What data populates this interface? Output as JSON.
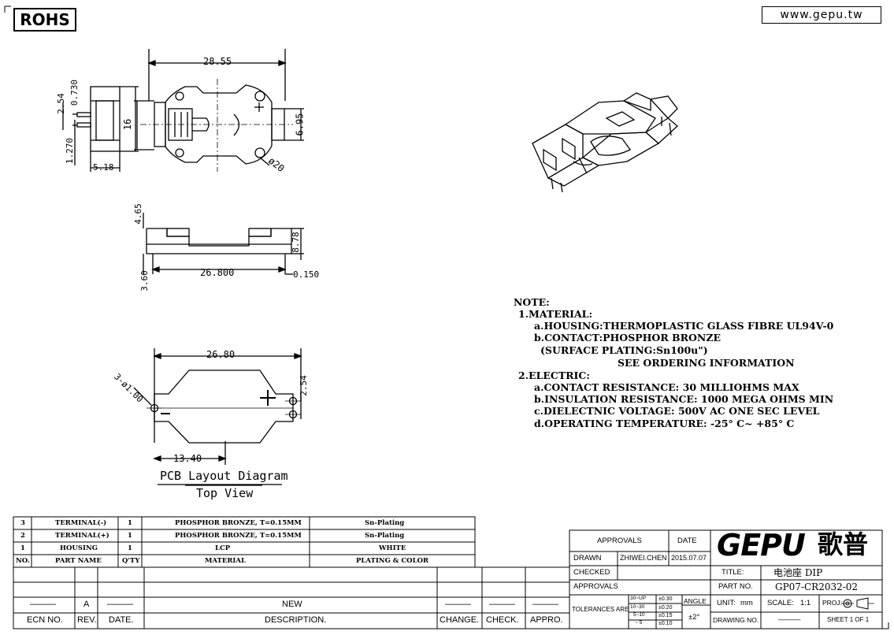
{
  "header": {
    "rohs": "ROHS",
    "website": "www.gepu.tw"
  },
  "dimensions": {
    "top_view": {
      "length": "28.55",
      "width": "16",
      "terminal_height": "6.95",
      "diameter": "ø20"
    },
    "side_view": {
      "pin_pitch": "2.54",
      "pin_thickness": "0.730",
      "pin_offset": "1.270",
      "depth": "5.18"
    },
    "front_view": {
      "top": "4.65",
      "height": "8.78",
      "pin_span": "26.800",
      "pin_length": "3.60",
      "pin_tol": "0.150"
    },
    "pcb": {
      "width": "26.80",
      "hole_pitch": "2.54",
      "holes": "3-ø1.00",
      "center": "13.40"
    }
  },
  "pcb_caption": {
    "title": "PCB Layout Diagram",
    "subtitle": "Top View"
  },
  "polarity": {
    "plus": "+",
    "minus": "−"
  },
  "notes": {
    "heading": "NOTE:",
    "lines": [
      "1.MATERIAL:",
      "a.HOUSING:THERMOPLASTIC GLASS FIBRE UL94V-0",
      "b.CONTACT:PHOSPHOR BRONZE",
      "(SURFACE PLATING:Sn100u\")",
      "SEE ORDERING INFORMATION",
      "2.ELECTRIC:",
      "a.CONTACT RESISTANCE: 30 MILLIOHMS MAX",
      "b.INSULATION RESISTANCE: 1000 MEGA OHMS MIN",
      "c.DIELECTNIC VOLTAGE: 500V AC ONE SEC LEVEL",
      "d.OPERATING TEMPERATURE: -25° C~ +85° C"
    ]
  },
  "bom": {
    "headers": {
      "no": "NO.",
      "part": "PART NAME",
      "qty": "Q'TY",
      "material": "MATERIAL",
      "plating": "PLATING & COLOR"
    },
    "rows": [
      {
        "no": "3",
        "part": "TERMINAL(-)",
        "qty": "1",
        "material": "PHOSPHOR BRONZE, T=0.15MM",
        "plating": "Sn-Plating"
      },
      {
        "no": "2",
        "part": "TERMINAL(+)",
        "qty": "1",
        "material": "PHOSPHOR BRONZE, T=0.15MM",
        "plating": "Sn-Plating"
      },
      {
        "no": "1",
        "part": "HOUSING",
        "qty": "1",
        "material": "LCP",
        "plating": "WHITE"
      }
    ]
  },
  "revision": {
    "row": {
      "ecn": "———",
      "rev": "A",
      "date": "———",
      "desc": "NEW",
      "change": "———",
      "check": "———",
      "appro": "———"
    },
    "headers": {
      "ecn": "ECN NO.",
      "rev": "REV.",
      "date": "DATE.",
      "desc": "DESCRIPTION.",
      "change": "CHANGE.",
      "check": "CHECK.",
      "appro": "APPRO."
    }
  },
  "title_block": {
    "approvals": "APPROVALS",
    "date_label": "DATE",
    "drawn": "DRAWN",
    "drawn_by": "ZHIWEI.CHEN",
    "drawn_date": "2015.07.07",
    "checked": "CHECKED",
    "approvals_row": "APPROVALS",
    "tolerances": "TOLERANCES ARE",
    "tol_ranges": [
      "30~UP",
      "10~30",
      "5~10",
      "~ 5"
    ],
    "tol_values": [
      "±0.30",
      "±0.20",
      "±0.15",
      "±0.10"
    ],
    "angle_label": "ANGLE",
    "angle_value": "±2°",
    "logo": "GEPU",
    "logo_cn": "歌普",
    "title_label": "TITLE:",
    "title": "电池座 DIP",
    "part_label": "PART NO.",
    "part_no": "GP07-CR2032-02",
    "unit_label": "UNIT:",
    "unit": "mm",
    "scale_label": "SCALE:",
    "scale": "1:1",
    "proj_label": "PROJ:",
    "drawing_label": "DRAWING NO.",
    "drawing_no": "———",
    "sheet": "SHEET  1  OF  1"
  }
}
